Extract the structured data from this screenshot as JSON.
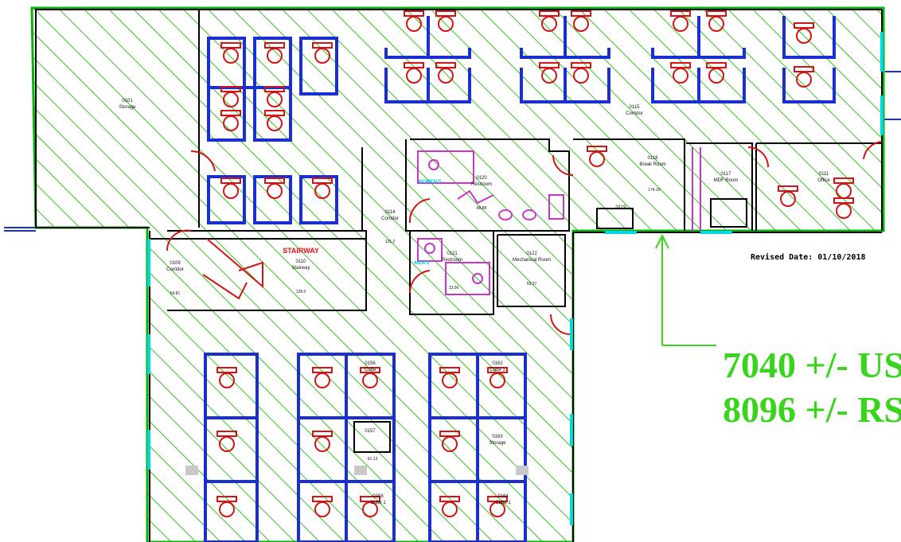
{
  "revised_date": "Revised Date: 01/10/2018",
  "callout": {
    "line1": "7040 +/- US",
    "line2": "8096 +/- RS"
  },
  "colors": {
    "hatch": "#34c51c",
    "boundary": "#00b800",
    "walls": "#000000",
    "cubicles": "#1a2fd0",
    "furniture": "#d41414",
    "fixtures": "#cc33cc",
    "callout_text": "#39d51c"
  },
  "rooms": {
    "storage_0101": {
      "number": "0101",
      "name": "Storage"
    },
    "corridor_0109": {
      "number": "0109",
      "name": "Corridor",
      "area": "64.81"
    },
    "stairway_0110": {
      "number": "0110",
      "name": "Stairway",
      "area": "128.0",
      "banner": "STAIRWAY"
    },
    "corridor_0114": {
      "number": "0114",
      "name": "Corridor",
      "area": "131.2"
    },
    "corridor_0115": {
      "number": "0115",
      "name": "Corridor"
    },
    "restroom_0120": {
      "number": "0120",
      "name": "Restroom",
      "area": "48.88",
      "tag": "WOMEN'S"
    },
    "restroom_0121": {
      "number": "0121",
      "name": "Restroom",
      "area": "13.06",
      "tag": "MEN'S"
    },
    "mechanical_0122": {
      "number": "0122",
      "name": "Mechanical Room",
      "area": "59.37"
    },
    "breakroom_0118": {
      "number": "0118",
      "name": "Break Room",
      "area": "174.16"
    },
    "room_0119": {
      "number": "0119"
    },
    "mdf_0117": {
      "number": "0117",
      "name": "MDF Room"
    },
    "office_0111": {
      "number": "0111",
      "name": "Office"
    },
    "cube_0156": {
      "number": "0156",
      "name": "Cube"
    },
    "cube_0157": {
      "number": "0157",
      "area": "61.13"
    },
    "cube_0162": {
      "number": "0162",
      "name": "Cube 1"
    },
    "storage_0163": {
      "number": "0163",
      "name": "Storage"
    },
    "cube_0164": {
      "number": "0164",
      "name": "Cube 1"
    },
    "cube_0158": {
      "number": "0158",
      "name": "Cube 1"
    }
  }
}
